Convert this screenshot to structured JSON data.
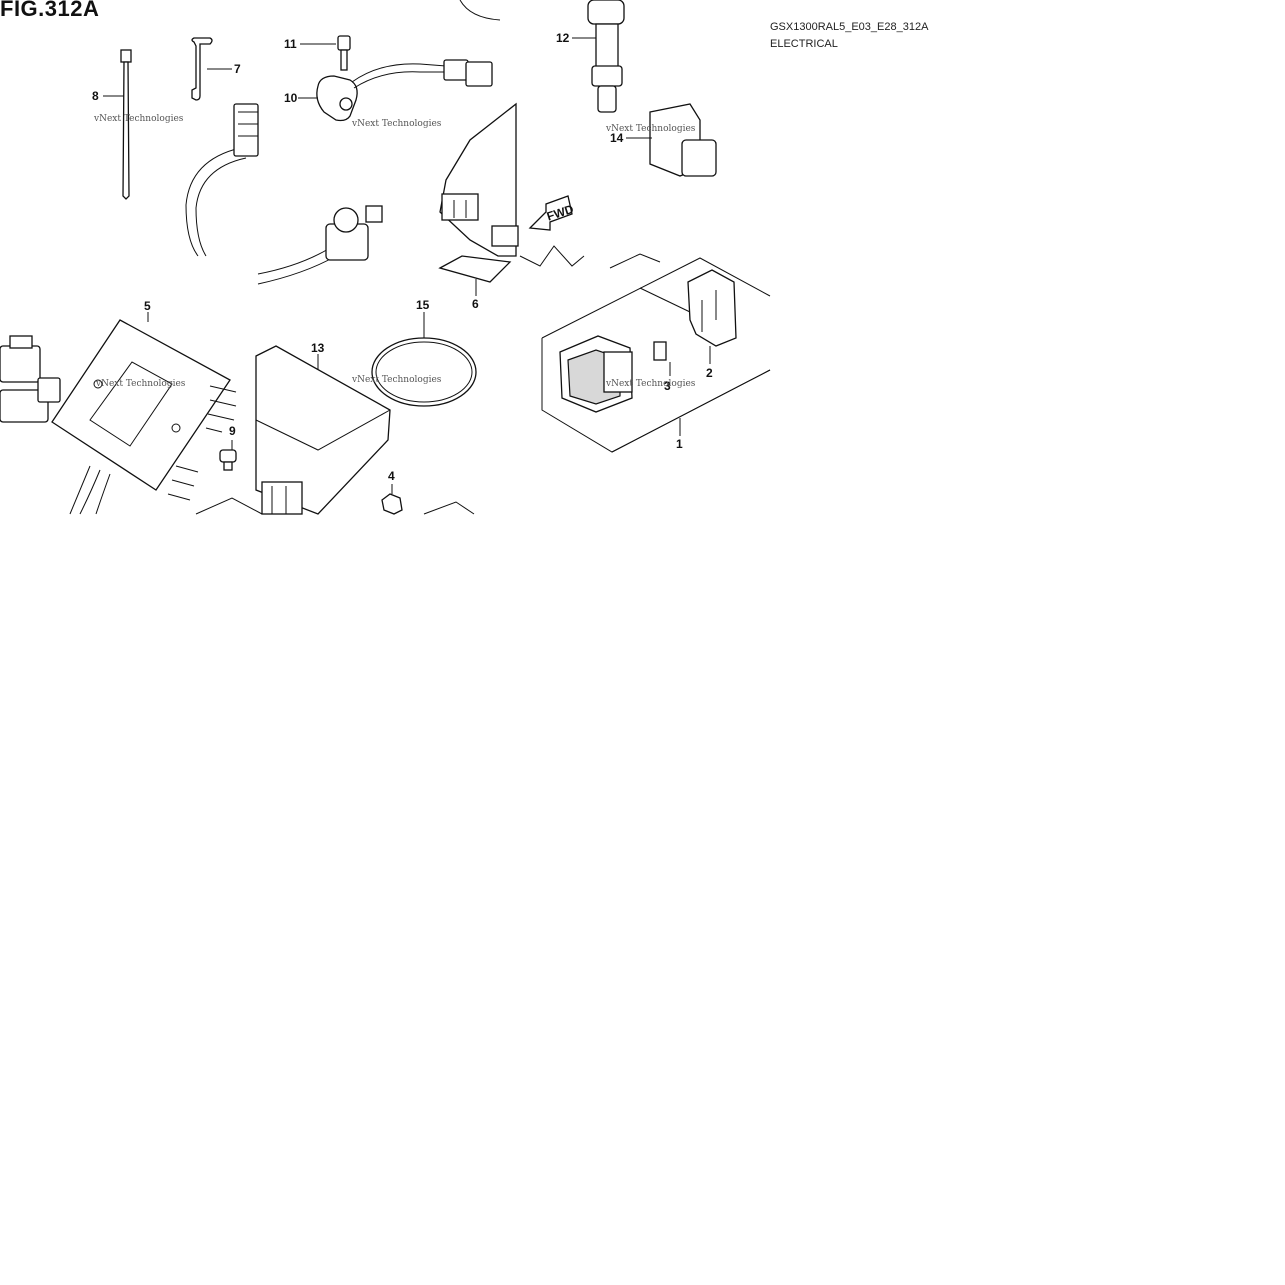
{
  "figure": {
    "title": "FIG.312A",
    "code": "GSX1300RAL5_E03_E28_312A",
    "section": "ELECTRICAL"
  },
  "watermark": "vNext Technologies",
  "fwd_label": "FWD",
  "callouts": [
    "1",
    "2",
    "3",
    "4",
    "5",
    "6",
    "7",
    "8",
    "9",
    "10",
    "11",
    "12",
    "13",
    "14",
    "15"
  ]
}
